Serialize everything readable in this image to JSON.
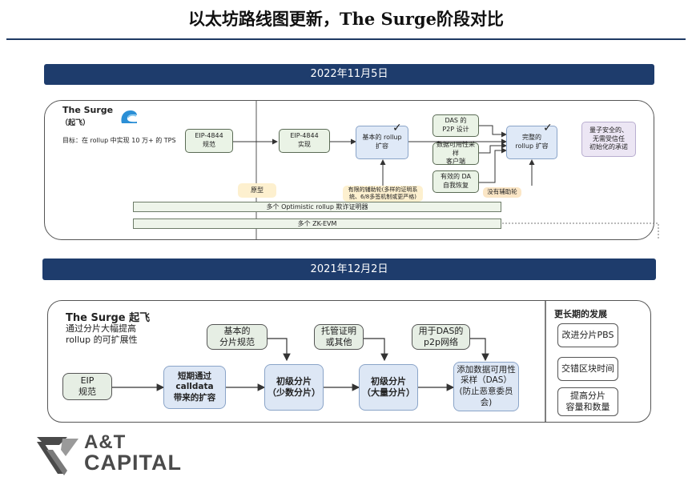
{
  "title": "以太坊路线图更新，The Surge阶段对比",
  "top": {
    "banner": "2022年11月5日",
    "surge_name": "The Surge",
    "surge_sub": "（起飞）",
    "goal": "目标：在 rollup 中实现 10 万+ 的 TPS",
    "eip_spec": "EIP-4844\n规范",
    "eip_impl": "EIP-4844\n实现",
    "basic_rollup": "基本的 rollup\n扩容",
    "das_p2p": "DAS 的\nP2P 设计",
    "das_client": "数据可用性采样\n客户端",
    "da_recovery": "有效的 DA\n自我恢复",
    "full_rollup": "完整的\nrollup 扩容",
    "quantum": "量子安全的、\n无需受信任\n初始化的承诺",
    "prototype": "原型",
    "training_wheels": "有限的辅助轮(多样的证明系\n统、6/8多签机制或更严格)",
    "no_training": "没有辅助轮",
    "optimistic_bar": "多个 Optimistic rollup 欺诈证明器",
    "zkevm_bar": "多个 ZK-EVM",
    "check": "✓"
  },
  "bottom": {
    "banner": "2021年12月2日",
    "surge_title": "The Surge 起飞",
    "desc": "通过分片大幅提高\nrollup 的可扩展性",
    "eip": "EIP\n规范",
    "short_term": "短期通过\ncalldata\n带来的扩容",
    "basic_shard_spec": "基本的\n分片规范",
    "initial_few": "初级分片\n（少数分片）",
    "custody": "托管证明\n或其他",
    "initial_many": "初级分片\n（大量分片）",
    "das_p2p": "用于DAS的\np2p网络",
    "das_full": "添加数据可用性\n采样（DAS）\n(防止恶意委员会)",
    "longer_term_title": "更长期的发展",
    "longer_term": [
      "改进分片PBS",
      "交错区块时间",
      "提高分片\n容量和数量"
    ]
  },
  "logo": {
    "line1": "A&T",
    "line2": "CAPITAL"
  },
  "colors": {
    "banner": "#1e3c6c",
    "rule": "#1f3a64",
    "accent_blue": "#2b8fd6"
  }
}
